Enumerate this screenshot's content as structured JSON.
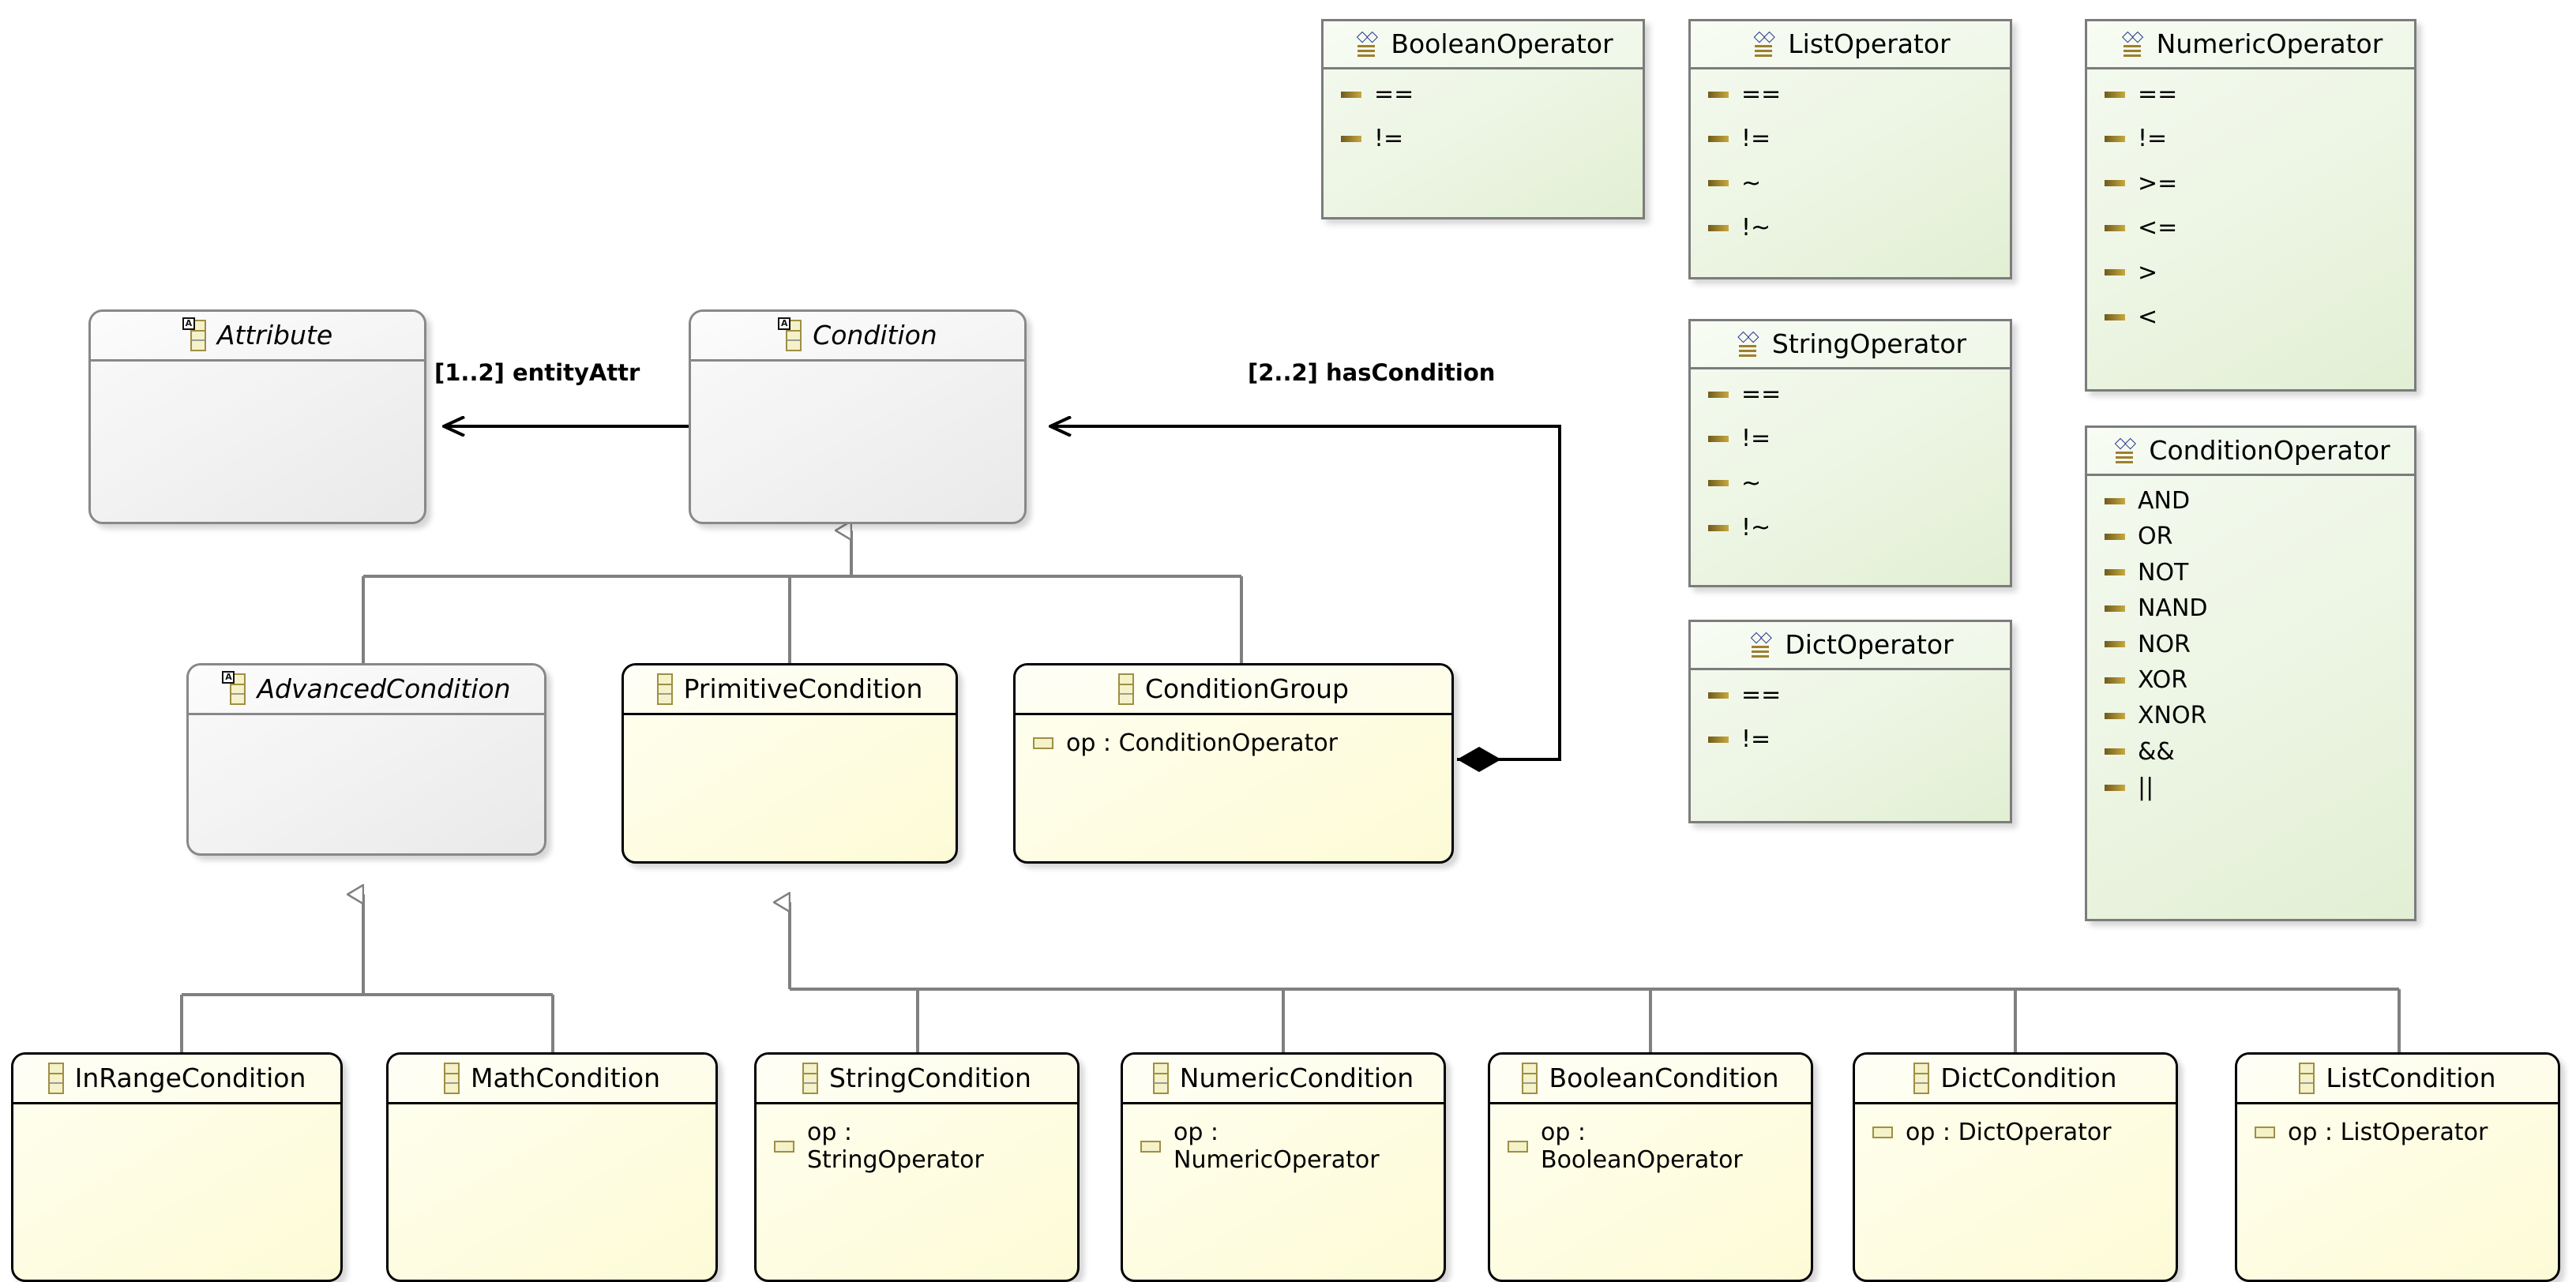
{
  "diagram": {
    "kind": "uml-class-diagram",
    "colors": {
      "class_fill": "#FEFECE",
      "class_border": "#000000",
      "abstract_fill": "#F2F2F2",
      "abstract_border": "#888888",
      "enum_fill": "#EAF3DC",
      "enum_border": "#7C7C7C",
      "icon_gold": "#9E8F44",
      "icon_blue": "#2B3A8F",
      "connector": "#808080",
      "assoc_line": "#000000"
    }
  },
  "classes": {
    "attribute": {
      "name": "Attribute",
      "stereotype": "abstract",
      "members": []
    },
    "condition": {
      "name": "Condition",
      "stereotype": "abstract",
      "members": []
    },
    "advanced": {
      "name": "AdvancedCondition",
      "stereotype": "abstract",
      "members": []
    },
    "primitive": {
      "name": "PrimitiveCondition",
      "stereotype": "class",
      "members": []
    },
    "group": {
      "name": "ConditionGroup",
      "stereotype": "class",
      "members": [
        "op : ConditionOperator"
      ]
    },
    "inrange": {
      "name": "InRangeCondition",
      "stereotype": "class",
      "members": []
    },
    "math": {
      "name": "MathCondition",
      "stereotype": "class",
      "members": []
    },
    "stringcond": {
      "name": "StringCondition",
      "stereotype": "class",
      "members": [
        "op :\nStringOperator"
      ]
    },
    "numericcond": {
      "name": "NumericCondition",
      "stereotype": "class",
      "members": [
        "op :\nNumericOperator"
      ]
    },
    "booleancond": {
      "name": "BooleanCondition",
      "stereotype": "class",
      "members": [
        "op :\nBooleanOperator"
      ]
    },
    "dictcond": {
      "name": "DictCondition",
      "stereotype": "class",
      "members": [
        "op : DictOperator"
      ]
    },
    "listcond": {
      "name": "ListCondition",
      "stereotype": "class",
      "members": [
        "op : ListOperator"
      ]
    }
  },
  "enums": {
    "boolean": {
      "name": "BooleanOperator",
      "literals": [
        "==",
        "!="
      ]
    },
    "list": {
      "name": "ListOperator",
      "literals": [
        "==",
        "!=",
        "~",
        "!~"
      ]
    },
    "numeric": {
      "name": "NumericOperator",
      "literals": [
        "==",
        "!=",
        ">=",
        "<=",
        ">",
        "<"
      ]
    },
    "string": {
      "name": "StringOperator",
      "literals": [
        "==",
        "!=",
        "~",
        "!~"
      ]
    },
    "dict": {
      "name": "DictOperator",
      "literals": [
        "==",
        "!="
      ]
    },
    "condop": {
      "name": "ConditionOperator",
      "literals": [
        "AND",
        "OR",
        "NOT",
        "NAND",
        "NOR",
        "XOR",
        "XNOR",
        "&&",
        "||"
      ]
    }
  },
  "relations": {
    "entity_attr": {
      "label": "[1..2] entityAttr",
      "from": "Condition",
      "to": "Attribute",
      "type": "association"
    },
    "has_condition": {
      "label": "[2..2] hasCondition",
      "from": "ConditionGroup",
      "to": "Condition",
      "type": "composition"
    }
  },
  "icons": {
    "abstract_badge": "A",
    "enum_glyph": "◇◇",
    "class_icon": "class-icon",
    "field_icon": "field-icon",
    "literal_icon": "literal-icon"
  }
}
